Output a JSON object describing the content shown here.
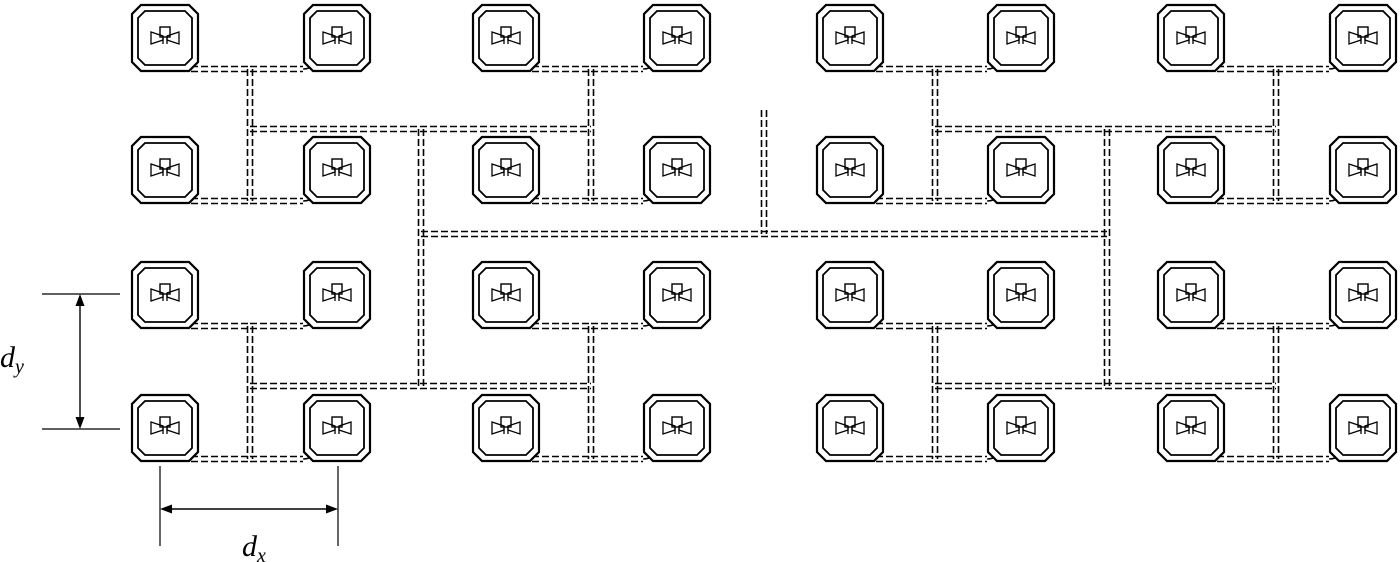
{
  "diagram": {
    "grid": {
      "rows": 4,
      "cols": 8
    },
    "element_symbol": "slot-antenna-element-icon",
    "feed_network": "corporate-feed-network",
    "line_style": "double-dashed",
    "colors": {
      "stroke": "#000000",
      "background": "#ffffff"
    },
    "labels": {
      "dy_main": "d",
      "dy_sub": "y",
      "dx_main": "d",
      "dx_sub": "x"
    }
  }
}
